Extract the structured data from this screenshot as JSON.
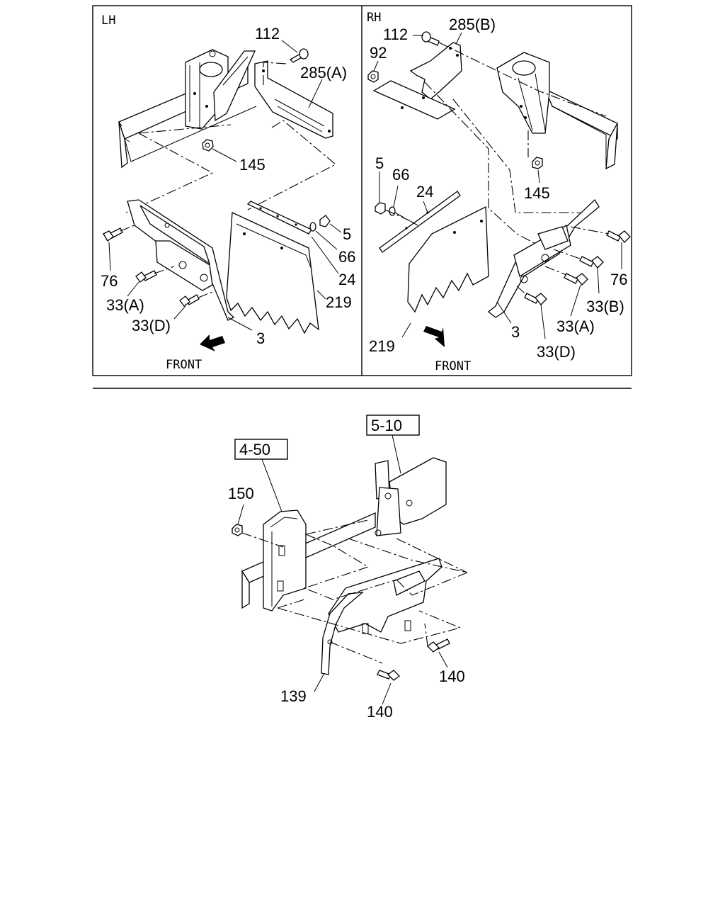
{
  "panels": {
    "lh": {
      "tag": "LH",
      "front": "FRONT",
      "callouts": {
        "c112": "112",
        "c285a": "285(A)",
        "c145": "145",
        "c5": "5",
        "c66": "66",
        "c24": "24",
        "c219": "219",
        "c3": "3",
        "c76": "76",
        "c33a": "33(A)",
        "c33d": "33(D)"
      }
    },
    "rh": {
      "tag": "RH",
      "front": "FRONT",
      "callouts": {
        "c112": "112",
        "c285b": "285(B)",
        "c92": "92",
        "c145": "145",
        "c5": "5",
        "c66": "66",
        "c24": "24",
        "c219": "219",
        "c3": "3",
        "c76": "76",
        "c33b": "33(B)",
        "c33a": "33(A)",
        "c33d": "33(D)"
      }
    }
  },
  "lower": {
    "ref_boxes": {
      "r450": "4-50",
      "r510": "5-10"
    },
    "callouts": {
      "c150": "150",
      "c139": "139",
      "c140a": "140",
      "c140b": "140"
    }
  }
}
